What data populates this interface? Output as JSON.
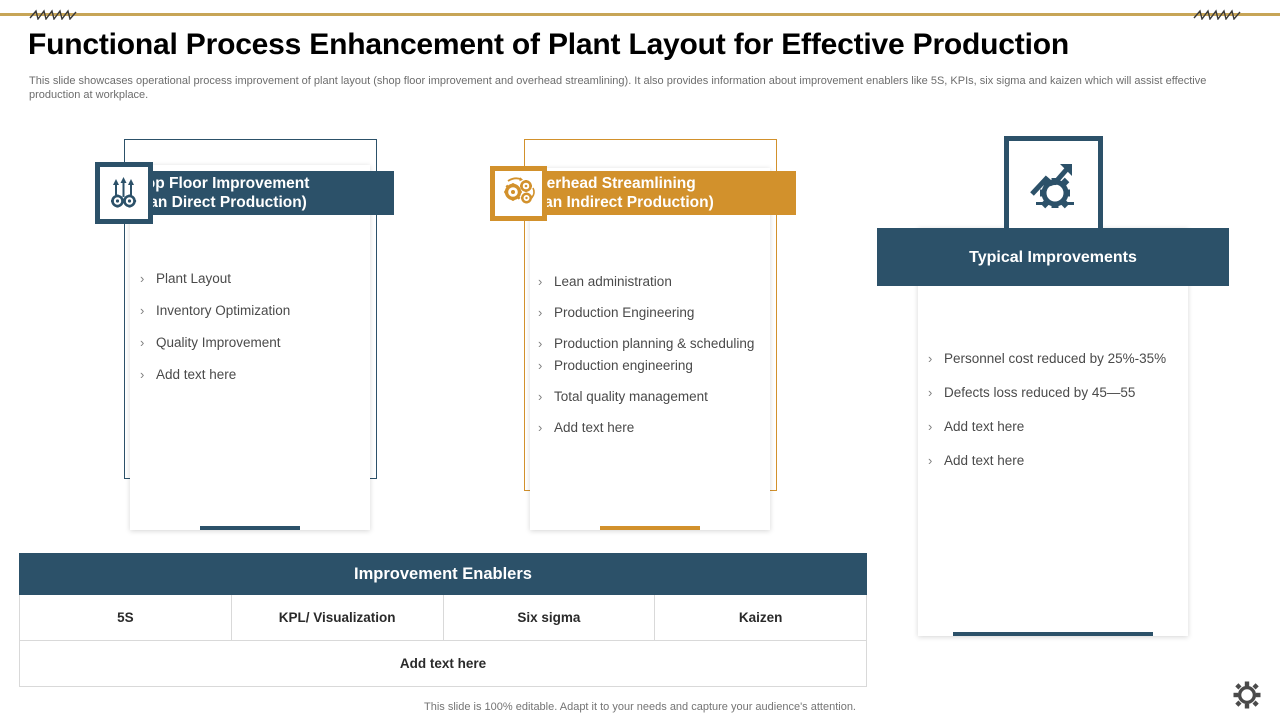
{
  "slide": {
    "title": "Functional Process Enhancement of Plant Layout for Effective Production",
    "subtitle": "This slide showcases operational process improvement of plant layout (shop floor improvement and overhead streamlining). It also provides information about improvement enablers like 5S, KPIs, six sigma and kaizen which will assist effective production at workplace.",
    "footer_note": "This slide is 100% editable. Adapt it to your needs and capture your audience's attention."
  },
  "colors": {
    "navy": "#2c5169",
    "orange": "#d2912c",
    "gold_rule": "#c7a557",
    "body_text": "#4a4a4a"
  },
  "cards": [
    {
      "id": "shop-floor",
      "icon": "arrows-up-gears-icon",
      "title_line1": "Shop Floor Improvement",
      "title_line2": "(Lean Direct Production)",
      "accent": "#2c5169",
      "bullets": [
        "Plant Layout",
        "Inventory Optimization",
        "Quality Improvement",
        "Add text here"
      ]
    },
    {
      "id": "overhead-streamlining",
      "icon": "three-gears-icon",
      "title_line1": "Overhead Streamlining",
      "title_line2": "(lean Indirect Production)",
      "accent": "#d2912c",
      "bullets": [
        "Lean administration",
        "Production Engineering",
        "Production planning  & scheduling",
        "Production engineering",
        "Total quality management",
        "Add text here"
      ]
    },
    {
      "id": "typical-improvements",
      "icon": "growth-gear-icon",
      "title_line1": "Typical Improvements",
      "title_line2": "",
      "accent": "#2c5169",
      "bullets": [
        "Personnel cost reduced by 25%-35%",
        "Defects loss reduced by 45—55",
        " Add text here",
        "Add text here"
      ]
    }
  ],
  "enablers_table": {
    "header": "Improvement Enablers",
    "columns": [
      "5S",
      "KPL/ Visualization",
      "Six sigma",
      "Kaizen"
    ],
    "footer_row": "Add  text here"
  },
  "corner_icon": "gear-icon"
}
